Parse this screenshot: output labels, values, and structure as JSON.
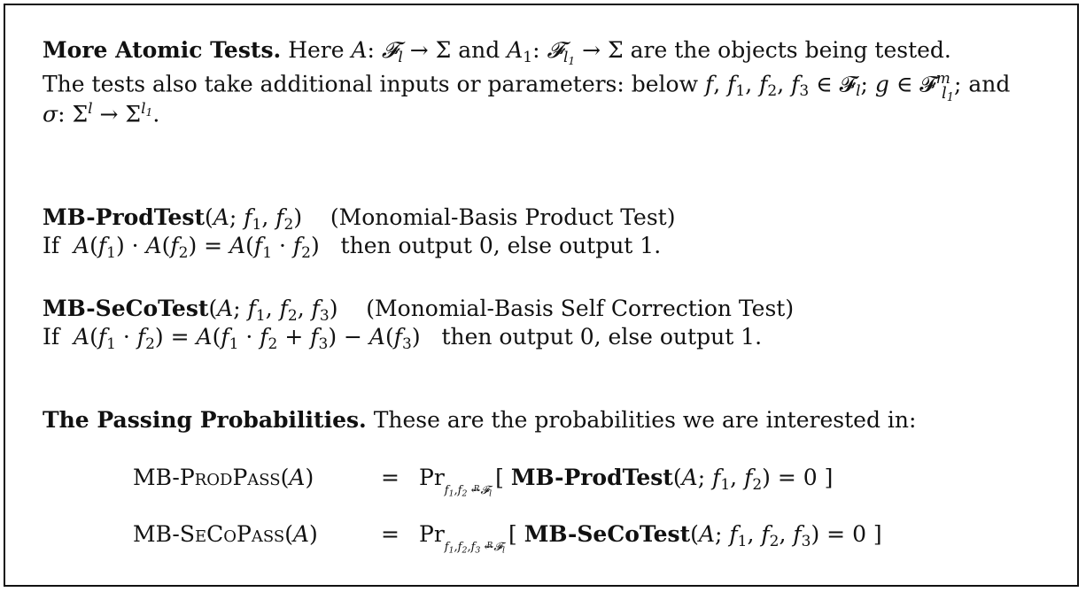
{
  "atomic": {
    "heading": "More Atomic Tests.",
    "intro_1": "Here",
    "A": "A",
    "colon_maps_1": ": ",
    "F": "𝓕",
    "l": "l",
    "arrow": " → Σ and ",
    "A1": "A",
    "one": "1",
    "l1": "l",
    "arrow2": " → Σ are the objects being tested.",
    "line2_a": "The tests also take additional inputs or parameters: below ",
    "f_list": "f, f",
    "f_subs": [
      "1",
      "2",
      "3"
    ],
    "in_F": " ∈ 𝓕",
    "semicolon_g": "; g ∈ 𝓕",
    "m": "m",
    "and": "; and",
    "sigma": "σ: Σ",
    "sigma_arrow": " → Σ",
    "period": "."
  },
  "prod": {
    "name": "MB-ProdTest",
    "args": "(A; f",
    "desc": "(Monomial-Basis Product Test)",
    "rule_if": "If",
    "rule_expr": "A(f",
    "rule_then": "then output 0, else output 1."
  },
  "seco": {
    "name": "MB-SeCoTest",
    "desc": "(Monomial-Basis Self Correction Test)",
    "rule_if": "If",
    "rule_then": "then output 0, else output 1."
  },
  "passing": {
    "heading": "The Passing Probabilities.",
    "text": "These are the probabilities we are interested in:",
    "lhs1": "MB-ProdPass",
    "lhs2": "MB-SeCoPass",
    "eq": "=",
    "pr": "Pr",
    "R": "R",
    "test1": "MB-ProdTest",
    "test2": "MB-SeCoTest"
  }
}
